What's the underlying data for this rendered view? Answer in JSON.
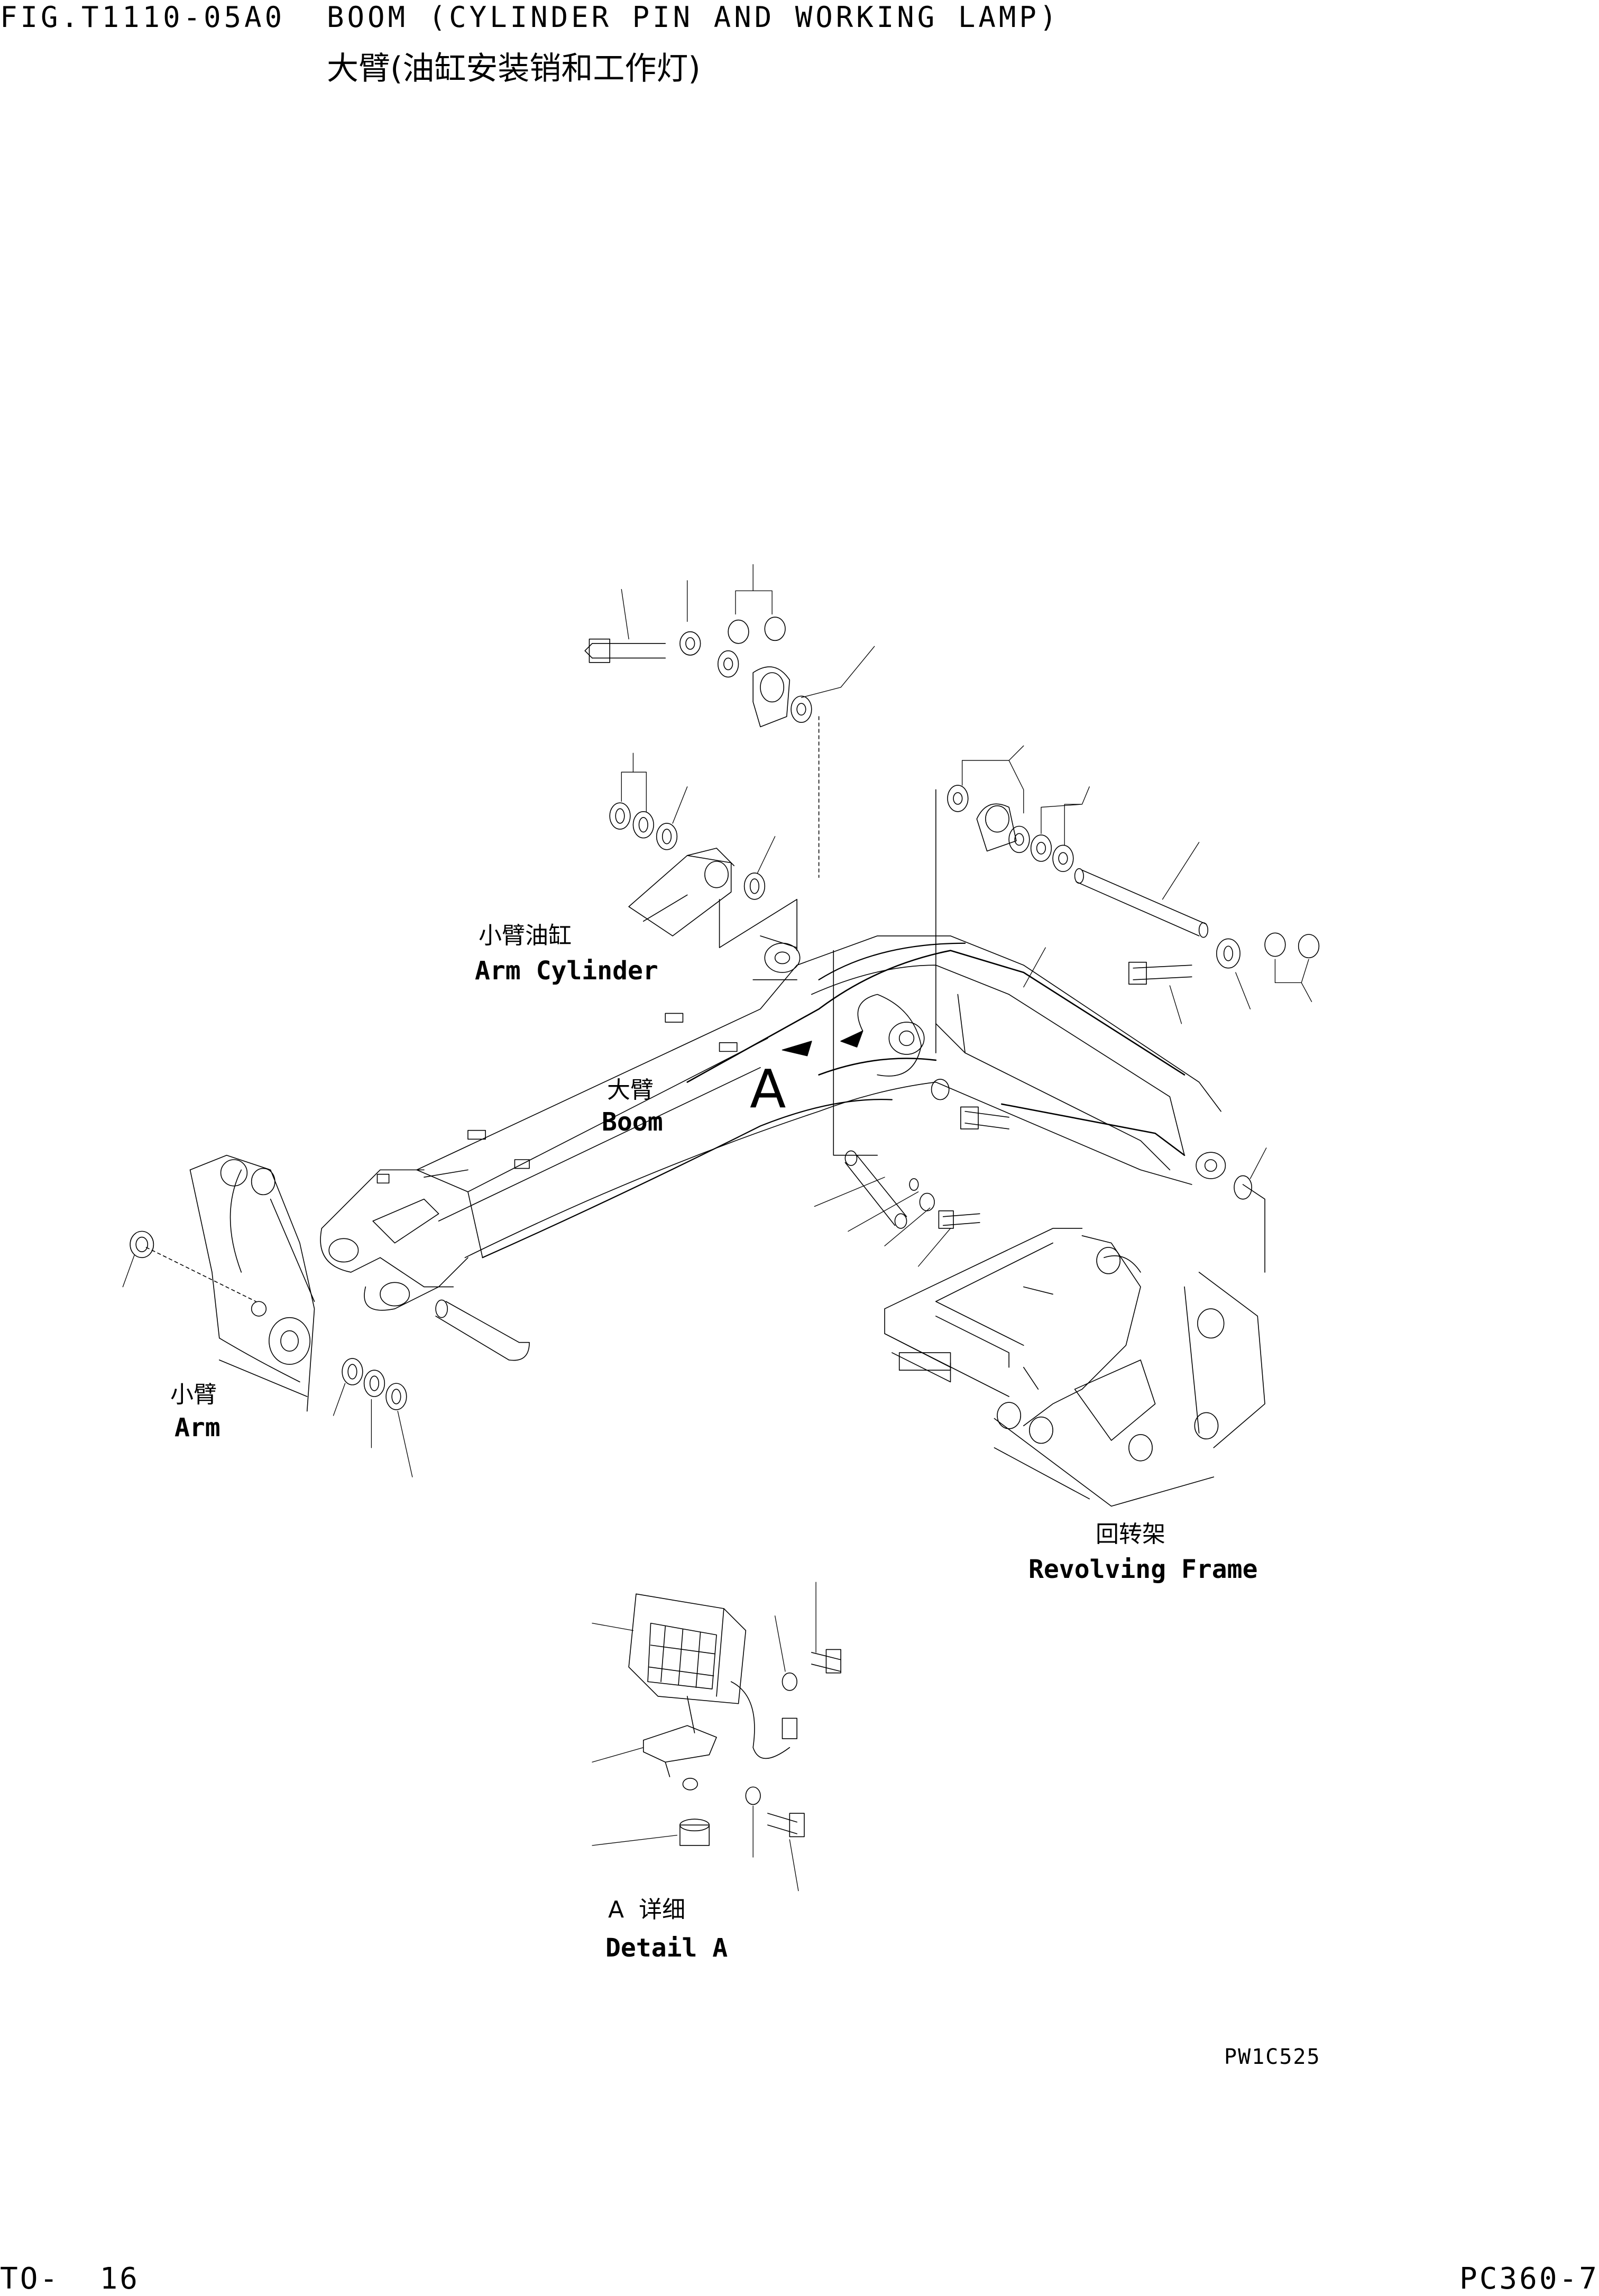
{
  "header": {
    "fig_no": "FIG.T1110-05A0",
    "title_en": "BOOM (CYLINDER PIN AND WORKING LAMP)",
    "title_cn": "大臂(油缸安装销和工作灯)"
  },
  "labels": {
    "arm_cylinder_cn": "小臂油缸",
    "arm_cylinder_en": "Arm Cylinder",
    "boom_cn": "大臂",
    "boom_en": "Boom",
    "arm_cn": "小臂",
    "arm_en": "Arm",
    "revolving_frame_cn": "回转架",
    "revolving_frame_en": "Revolving Frame",
    "view_arrow": "A",
    "detail_cn": "A  详细",
    "detail_en": "Detail A",
    "drawing_code": "PW1C525"
  },
  "footer": {
    "page": "TO-  16",
    "model": "PC360-7"
  }
}
